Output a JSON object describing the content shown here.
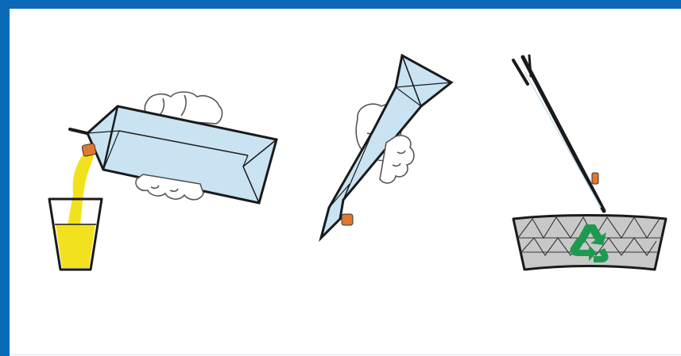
{
  "colors": {
    "frame": "#0a6ab8",
    "carton_fill": "#c9e3f2",
    "carton_stroke": "#1a1a1a",
    "cap": "#e07830",
    "juice": "#f2e21d",
    "bin_fill": "#c8c8c8",
    "recycle": "#1e9a50"
  },
  "steps": [
    {
      "name": "pour-juice",
      "icon": "carton-pouring-icon"
    },
    {
      "name": "flatten-carton",
      "icon": "flattened-carton-icon"
    },
    {
      "name": "recycle-carton",
      "icon": "recycling-bin-icon"
    }
  ]
}
